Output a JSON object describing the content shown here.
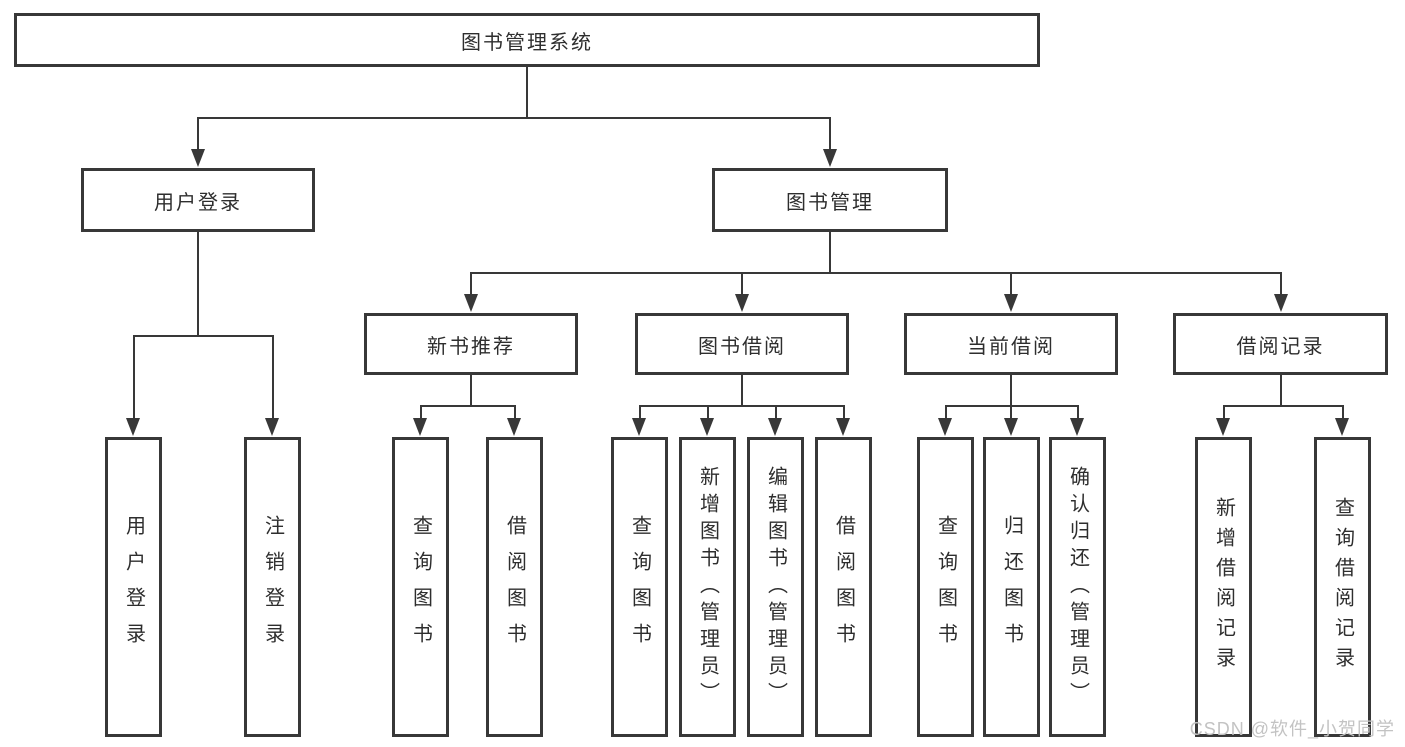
{
  "diagram": {
    "root": {
      "label": "图书管理系统"
    },
    "branches": [
      {
        "label": "用户登录",
        "children": [
          {
            "label": "用户登录"
          },
          {
            "label": "注销登录"
          }
        ]
      },
      {
        "label": "图书管理",
        "children": [
          {
            "label": "新书推荐",
            "children": [
              {
                "label": "查询图书"
              },
              {
                "label": "借阅图书"
              }
            ]
          },
          {
            "label": "图书借阅",
            "children": [
              {
                "label": "查询图书"
              },
              {
                "label": "新增图书（管理员）"
              },
              {
                "label": "编辑图书（管理员）"
              },
              {
                "label": "借阅图书"
              }
            ]
          },
          {
            "label": "当前借阅",
            "children": [
              {
                "label": "查询图书"
              },
              {
                "label": "归还图书"
              },
              {
                "label": "确认归还（管理员）"
              }
            ]
          },
          {
            "label": "借阅记录",
            "children": [
              {
                "label": "新增借阅记录"
              },
              {
                "label": "查询借阅记录"
              }
            ]
          }
        ]
      }
    ]
  },
  "watermark": "CSDN @软件_小贺同学",
  "colors": {
    "line": "#383838",
    "box_border": "#383838",
    "text": "#2e2e2e",
    "watermark": "#c3c3c3",
    "background": "#ffffff"
  }
}
